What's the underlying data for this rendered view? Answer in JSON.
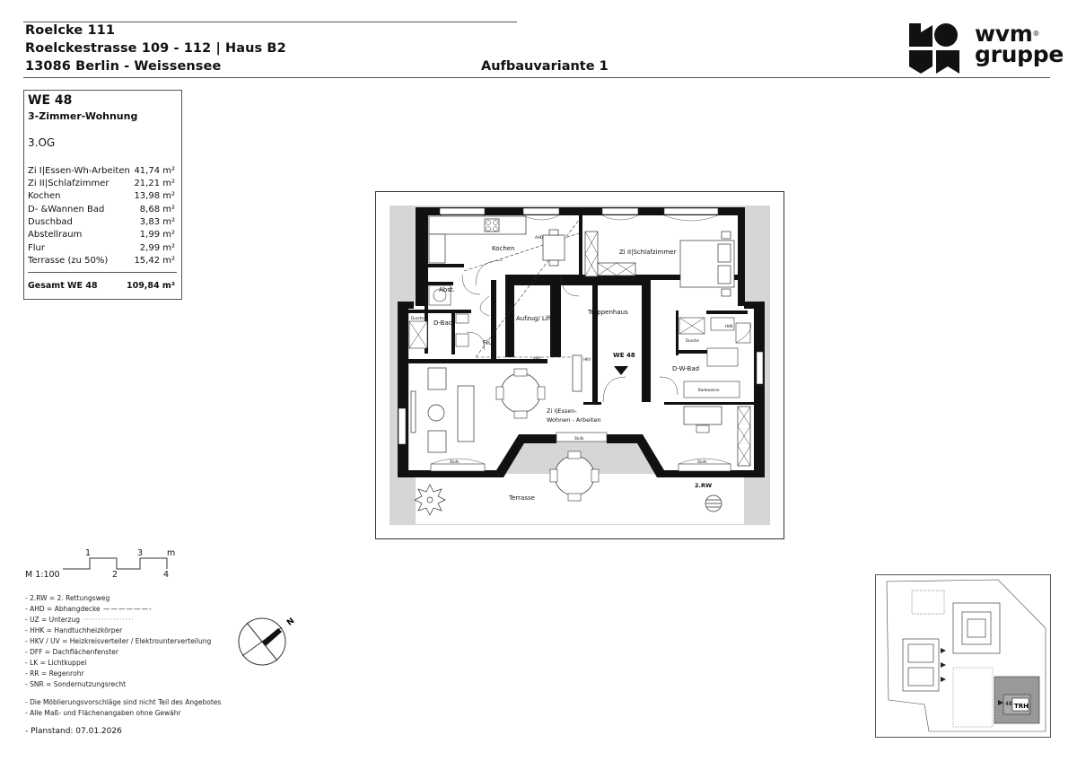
{
  "header": {
    "line1": "Roelcke 111",
    "line2": "Roelckestrasse 109 - 112 | Haus B2",
    "line3": "13086 Berlin - Weissensee",
    "variant": "Aufbauvariante 1"
  },
  "logo": {
    "line1": "wvm",
    "line2": "gruppe",
    "reg": "®"
  },
  "unit": {
    "title": "WE 48",
    "type": "3-Zimmer-Wohnung",
    "floor": "3.OG",
    "rooms": [
      {
        "name": "Zi I|Essen-Wh-Arbeiten",
        "area": "41,74 m²"
      },
      {
        "name": "Zi II|Schlafzimmer",
        "area": "21,21 m²"
      },
      {
        "name": "Kochen",
        "area": "13,98 m²"
      },
      {
        "name": "D- &Wannen Bad",
        "area": "8,68 m²"
      },
      {
        "name": "Duschbad",
        "area": "3,83 m²"
      },
      {
        "name": "Abstellraum",
        "area": "1,99 m²"
      },
      {
        "name": "Flur",
        "area": "2,99 m²"
      },
      {
        "name": "Terrasse (zu 50%)",
        "area": "15,42 m²"
      }
    ],
    "total_label": "Gesamt WE 48",
    "total_area": "109,84 m²"
  },
  "plan_labels": {
    "kochen": "Kochen",
    "schlaf": "Zi II|Schlafzimmer",
    "abst": "Abst.",
    "dbad": "D-Bad",
    "dusche": "Dusche",
    "aufzug": "Aufzug/ Lift",
    "treppe": "Treppenhaus",
    "flur": "Flur",
    "we": "WE 48",
    "dwbad": "D-W-Bad",
    "essen1": "Zi I|Essen-",
    "essen2": "Wohnen - Arbeiten",
    "terrasse": "Terrasse",
    "rw": "2.RW",
    "ahd": "AHD",
    "stufe": "Stufe",
    "badewanne": "Badewanne",
    "hkv": "HKV",
    "hhk": "HHK"
  },
  "scale": {
    "label": "M 1:100",
    "top_ticks": [
      "1",
      "3",
      "m"
    ],
    "bottom_ticks": [
      "2",
      "4"
    ]
  },
  "legend": [
    "- 2.RW = 2. Rettungsweg",
    "- AHD = Abhangdecke",
    "- UZ = Unterzug",
    "- HHK = Handtuchheizkörper",
    "- HKV / UV = Heizkreisverteiler / Elektrounterverteilung",
    "- DFF = Dachflächenfenster",
    "- LK = Lichtkuppel",
    "- RR = Regenrohr",
    "- SNR = Sondernutzungsrecht"
  ],
  "notes": [
    "- Die Möblierungsvorschläge sind nicht Teil des Angebotes",
    "- Alle Maß- und Flächenangaben ohne Gewähr"
  ],
  "planstand": "- Planstand: 07.01.2026",
  "compass": {
    "label": "N"
  },
  "site_plan": {
    "unit_number": "48",
    "trh_label": "TRH"
  }
}
